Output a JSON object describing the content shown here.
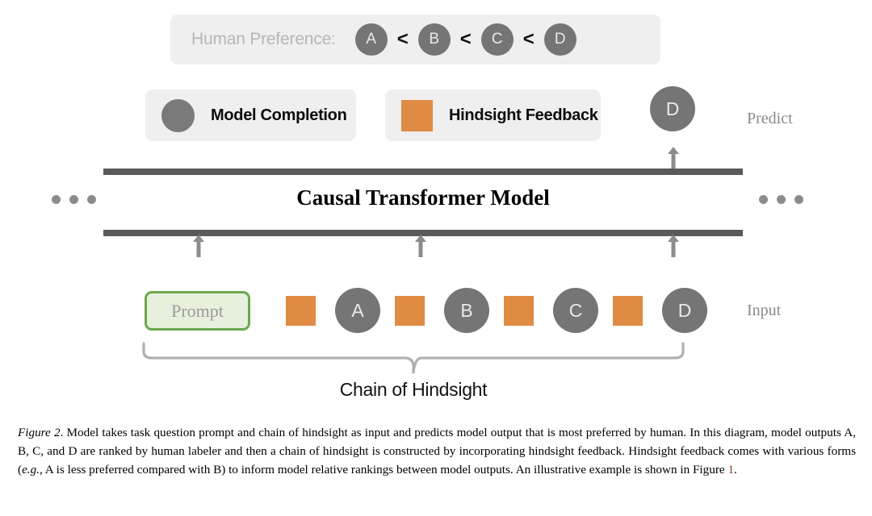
{
  "figure": {
    "preference_row": {
      "label": "Human Preference:",
      "items": [
        "A",
        "B",
        "C",
        "D"
      ],
      "separator": "<"
    },
    "legend": [
      {
        "shape": "circle",
        "shape_color": "#7a7a7a",
        "label": "Model Completion"
      },
      {
        "shape": "square",
        "shape_color": "#e08b44",
        "label": "Hindsight Feedback"
      }
    ],
    "predict": {
      "token": "D",
      "label": "Predict"
    },
    "model": {
      "title": "Causal Transformer Model",
      "bar_color": "#5a5a5a",
      "ellipsis_dots": 3
    },
    "input": {
      "label": "Input",
      "prompt": "Prompt",
      "prompt_border_color": "#6aa84f",
      "prompt_fill_color": "#e6f0dd",
      "sequence": [
        {
          "type": "feedback",
          "text": ""
        },
        {
          "type": "completion",
          "text": "A"
        },
        {
          "type": "feedback",
          "text": ""
        },
        {
          "type": "completion",
          "text": "B"
        },
        {
          "type": "feedback",
          "text": ""
        },
        {
          "type": "completion",
          "text": "C"
        },
        {
          "type": "feedback",
          "text": ""
        },
        {
          "type": "completion",
          "text": "D"
        }
      ]
    },
    "bracket_label": "Chain of Hindsight"
  },
  "caption": {
    "figure_number": "Figure 2",
    "part1": ". Model takes task question prompt and chain of hindsight as input and predicts model output that is most preferred by human. In this diagram, model outputs A, B, C, and D are ranked by human labeler and then a chain of hindsight is constructed by incorporating hindsight feedback. Hindsight feedback comes with various forms (",
    "eg": "e.g.",
    "part2": ", A is less preferred compared with B) to inform model relative rankings between model outputs. An illustrative example is shown in Figure ",
    "ref": "1",
    "part3": "."
  }
}
